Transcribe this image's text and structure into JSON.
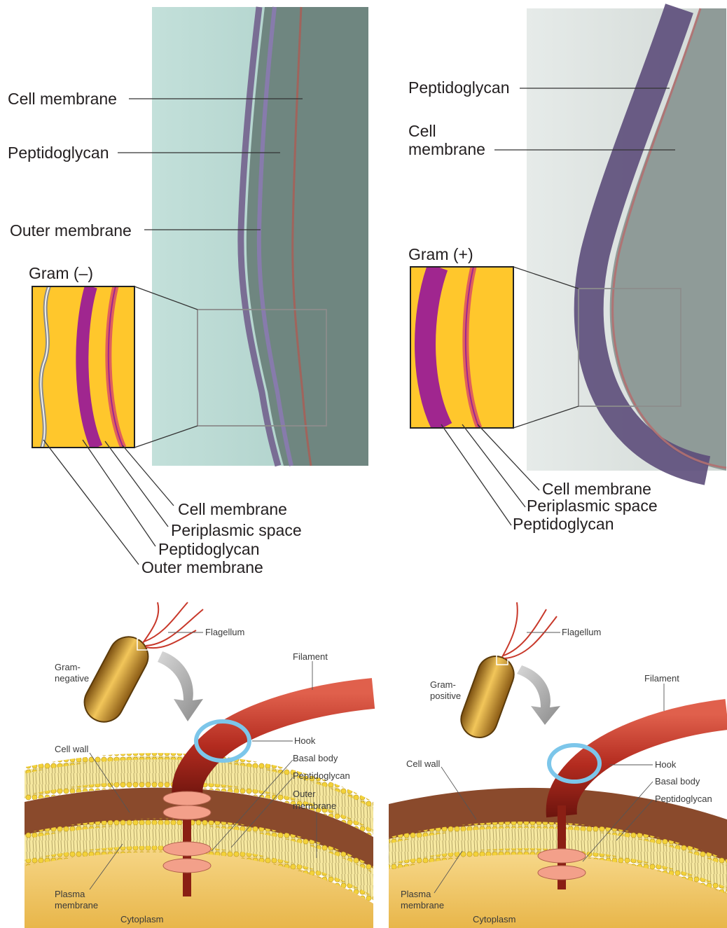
{
  "gram_negative_micrograph": {
    "labels": {
      "cell_membrane": "Cell membrane",
      "peptidoglycan": "Peptidoglycan",
      "outer_membrane": "Outer membrane"
    },
    "inset": {
      "title": "Gram (–)",
      "labels": {
        "cell_membrane": "Cell membrane",
        "periplasmic_space": "Periplasmic space",
        "peptidoglycan": "Peptidoglycan",
        "outer_membrane": "Outer membrane"
      }
    }
  },
  "gram_positive_micrograph": {
    "labels": {
      "peptidoglycan": "Peptidoglycan",
      "cell_line1": "Cell",
      "cell_line2": "membrane"
    },
    "inset": {
      "title": "Gram (+)",
      "labels": {
        "cell_membrane": "Cell membrane",
        "periplasmic_space": "Periplasmic space",
        "peptidoglycan": "Peptidoglycan"
      }
    }
  },
  "gram_negative_flagellum": {
    "flagellum": "Flagellum",
    "gram_line1": "Gram-",
    "gram_line2": "negative",
    "filament": "Filament",
    "hook": "Hook",
    "basal_body": "Basal body",
    "peptidoglycan": "Peptidoglycan",
    "outer_line1": "Outer",
    "outer_line2": "membrane",
    "cell_wall": "Cell wall",
    "plasma_line1": "Plasma",
    "plasma_line2": "membrane",
    "cytoplasm": "Cytoplasm"
  },
  "gram_positive_flagellum": {
    "flagellum": "Flagellum",
    "gram_line1": "Gram-",
    "gram_line2": "positive",
    "filament": "Filament",
    "hook": "Hook",
    "basal_body": "Basal body",
    "peptidoglycan": "Peptidoglycan",
    "cell_wall": "Cell wall",
    "plasma_line1": "Plasma",
    "plasma_line2": "membrane",
    "cytoplasm": "Cytoplasm"
  },
  "colors": {
    "micrograph_left_bg": "#b9d9d3",
    "micrograph_right_bg": "#dfe4e2",
    "stain_purple": "#6e5a8a",
    "inset_yellow": "#ffc72c",
    "peptidoglycan_magenta": "#a0268f",
    "membrane_red": "#e0605c",
    "flagellum_red": "#b32b1f",
    "cytoplasm_gold": "#f0c45a",
    "wall_brown": "#8a4a2c",
    "rotation_arrow_blue": "#7cc6ea"
  }
}
